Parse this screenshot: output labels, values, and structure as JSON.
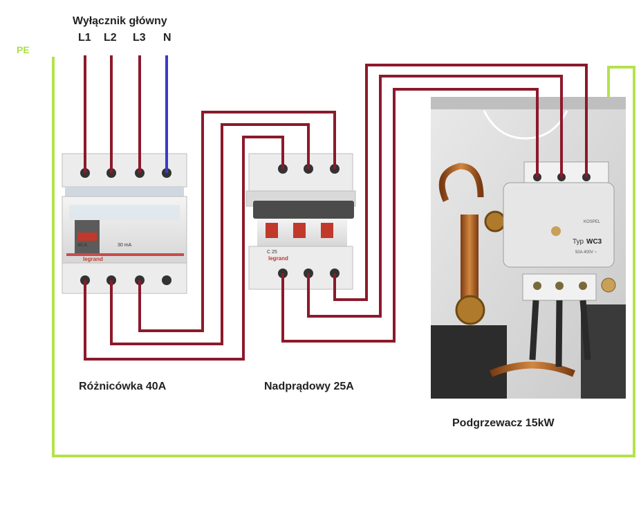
{
  "labels": {
    "main_switch": "Wyłącznik główny",
    "l1": "L1",
    "l2": "L2",
    "l3": "L3",
    "n": "N",
    "pe": "PE",
    "rcd": "Różnicówka 40A",
    "mcb": "Nadprądowy 25A",
    "heater": "Podgrzewacz 15kW"
  },
  "rcd_markings": {
    "brand": "legrand",
    "rating": "40 A",
    "sensitivity": "30 mA"
  },
  "mcb_markings": {
    "brand": "legrand",
    "curve": "C 25"
  },
  "heater_markings": {
    "brand": "KOSPEL",
    "model_prefix": "Typ",
    "model": "WC3",
    "spec": "50A 400V ~"
  },
  "colors": {
    "phase_wire": "#8b1a2b",
    "neutral_wire": "#3a3acb",
    "pe_wire": "#b5e24a",
    "label": "#222222"
  }
}
